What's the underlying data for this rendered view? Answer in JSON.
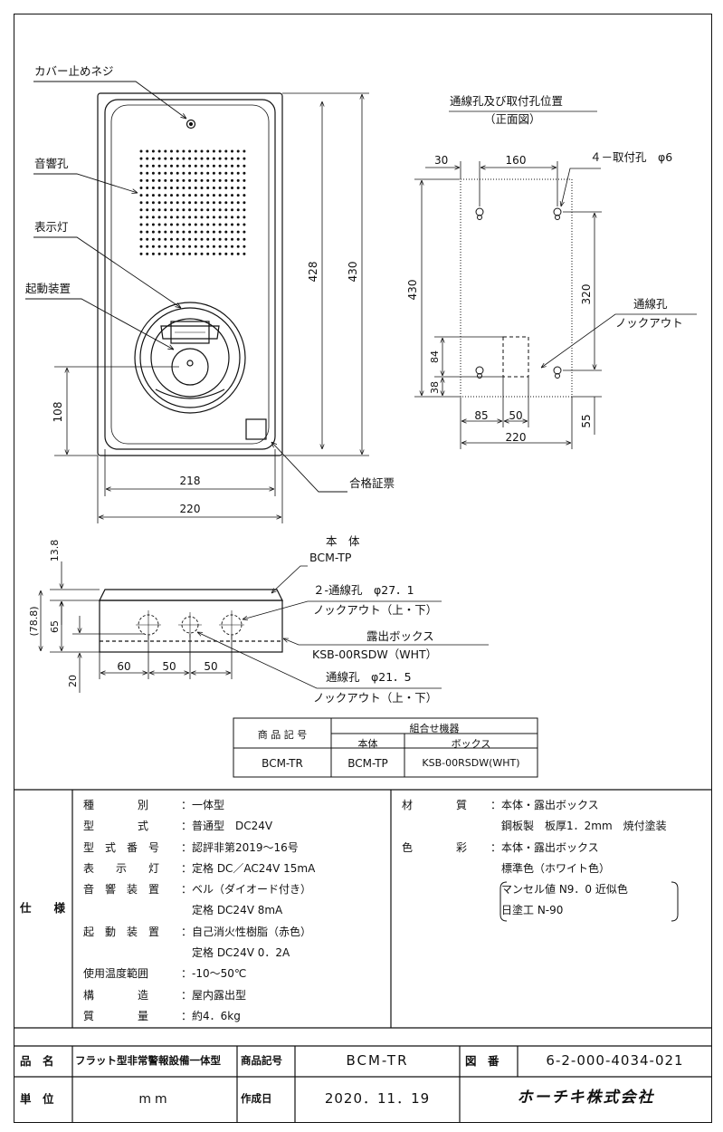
{
  "front": {
    "callouts": {
      "cover_screw": "カバー止めネジ",
      "sound_holes": "音響孔",
      "indicator": "表示灯",
      "activator": "起動装置",
      "certificate": "合格証票"
    },
    "dims": {
      "h428": "428",
      "h430": "430",
      "h108": "108",
      "w218": "218",
      "w220": "220"
    }
  },
  "hole_view": {
    "title": "通線孔及び取付孔位置",
    "subtitle": "（正面図）",
    "mount_holes": "４－取付孔　φ6",
    "wire_hole": "通線孔",
    "knockout": "ノックアウト",
    "dims": {
      "d30": "30",
      "d160": "160",
      "d430": "430",
      "d320": "320",
      "d84": "84",
      "d38": "38",
      "d85": "85",
      "d50": "50",
      "d220": "220",
      "d55": "55"
    }
  },
  "side": {
    "body_label": "本　体",
    "body_model": "BCM-TP",
    "hole2_label": "２-通線孔　φ27．1",
    "hole2_knock": "ノックアウト（上・下）",
    "box_label": "露出ボックス",
    "box_model": "KSB-00RSDW（WHT）",
    "hole_label": "通線孔　φ21．5",
    "hole_knock": "ノックアウト（上・下）",
    "dims": {
      "d13": "13.8",
      "d78": "(78.8)",
      "d65": "65",
      "d20": "20",
      "d60": "60",
      "d50a": "50",
      "d50b": "50"
    }
  },
  "combo": {
    "h_code": "商 品 記 号",
    "h_combo": "組合せ機器",
    "h_body": "本体",
    "h_box": "ボックス",
    "code": "BCM-TR",
    "body": "BCM-TP",
    "box": "KSB-00RSDW(WHT)"
  },
  "spec": {
    "label": "仕　　様",
    "left": [
      {
        "k": "種　　　　別",
        "v": "：一体型"
      },
      {
        "k": "型　　　　式",
        "v": "：普通型　DC24V"
      },
      {
        "k": "型　式　番　号",
        "v": "：認評非第2019～16号"
      },
      {
        "k": "表　　示　　灯",
        "v": "：定格 DC／AC24V 15mA"
      },
      {
        "k": "音　響　装　置",
        "v": "：ベル（ダイオード付き）"
      },
      {
        "k": "",
        "v": "定格 DC24V 8mA"
      },
      {
        "k": "起　動　装　置",
        "v": "：自己消火性樹脂（赤色）"
      },
      {
        "k": "",
        "v": "定格 DC24V 0．2A"
      },
      {
        "k": "使用温度範囲",
        "v": "：-10～50℃"
      },
      {
        "k": "構　　　　造",
        "v": "：屋内露出型"
      },
      {
        "k": "質　　　　量",
        "v": "：約4．6kg"
      }
    ],
    "right": [
      {
        "k": "材　　　　質",
        "v": "：本体・露出ボックス"
      },
      {
        "k": "",
        "v": "鋼板製　板厚1．2mm　焼付塗装"
      },
      {
        "k": "色　　　　彩",
        "v": "：本体・露出ボックス"
      },
      {
        "k": "",
        "v": "標準色（ホワイト色）"
      },
      {
        "k": "",
        "v": "マンセル値 N9．0 近似色"
      },
      {
        "k": "",
        "v": "日塗工 N-90"
      }
    ]
  },
  "title_block": {
    "name_label": "品　名",
    "name_value": "フラット型非常警報設備一体型",
    "code_label": "商品記号",
    "code_value": "BCM-TR",
    "dwg_label": "図　番",
    "dwg_value": "6-2-000-4034-021",
    "unit_label": "単　位",
    "unit_value": "mm",
    "date_label": "作成日",
    "date_value": "2020．11．19",
    "company": "ホーチキ株式会社"
  }
}
